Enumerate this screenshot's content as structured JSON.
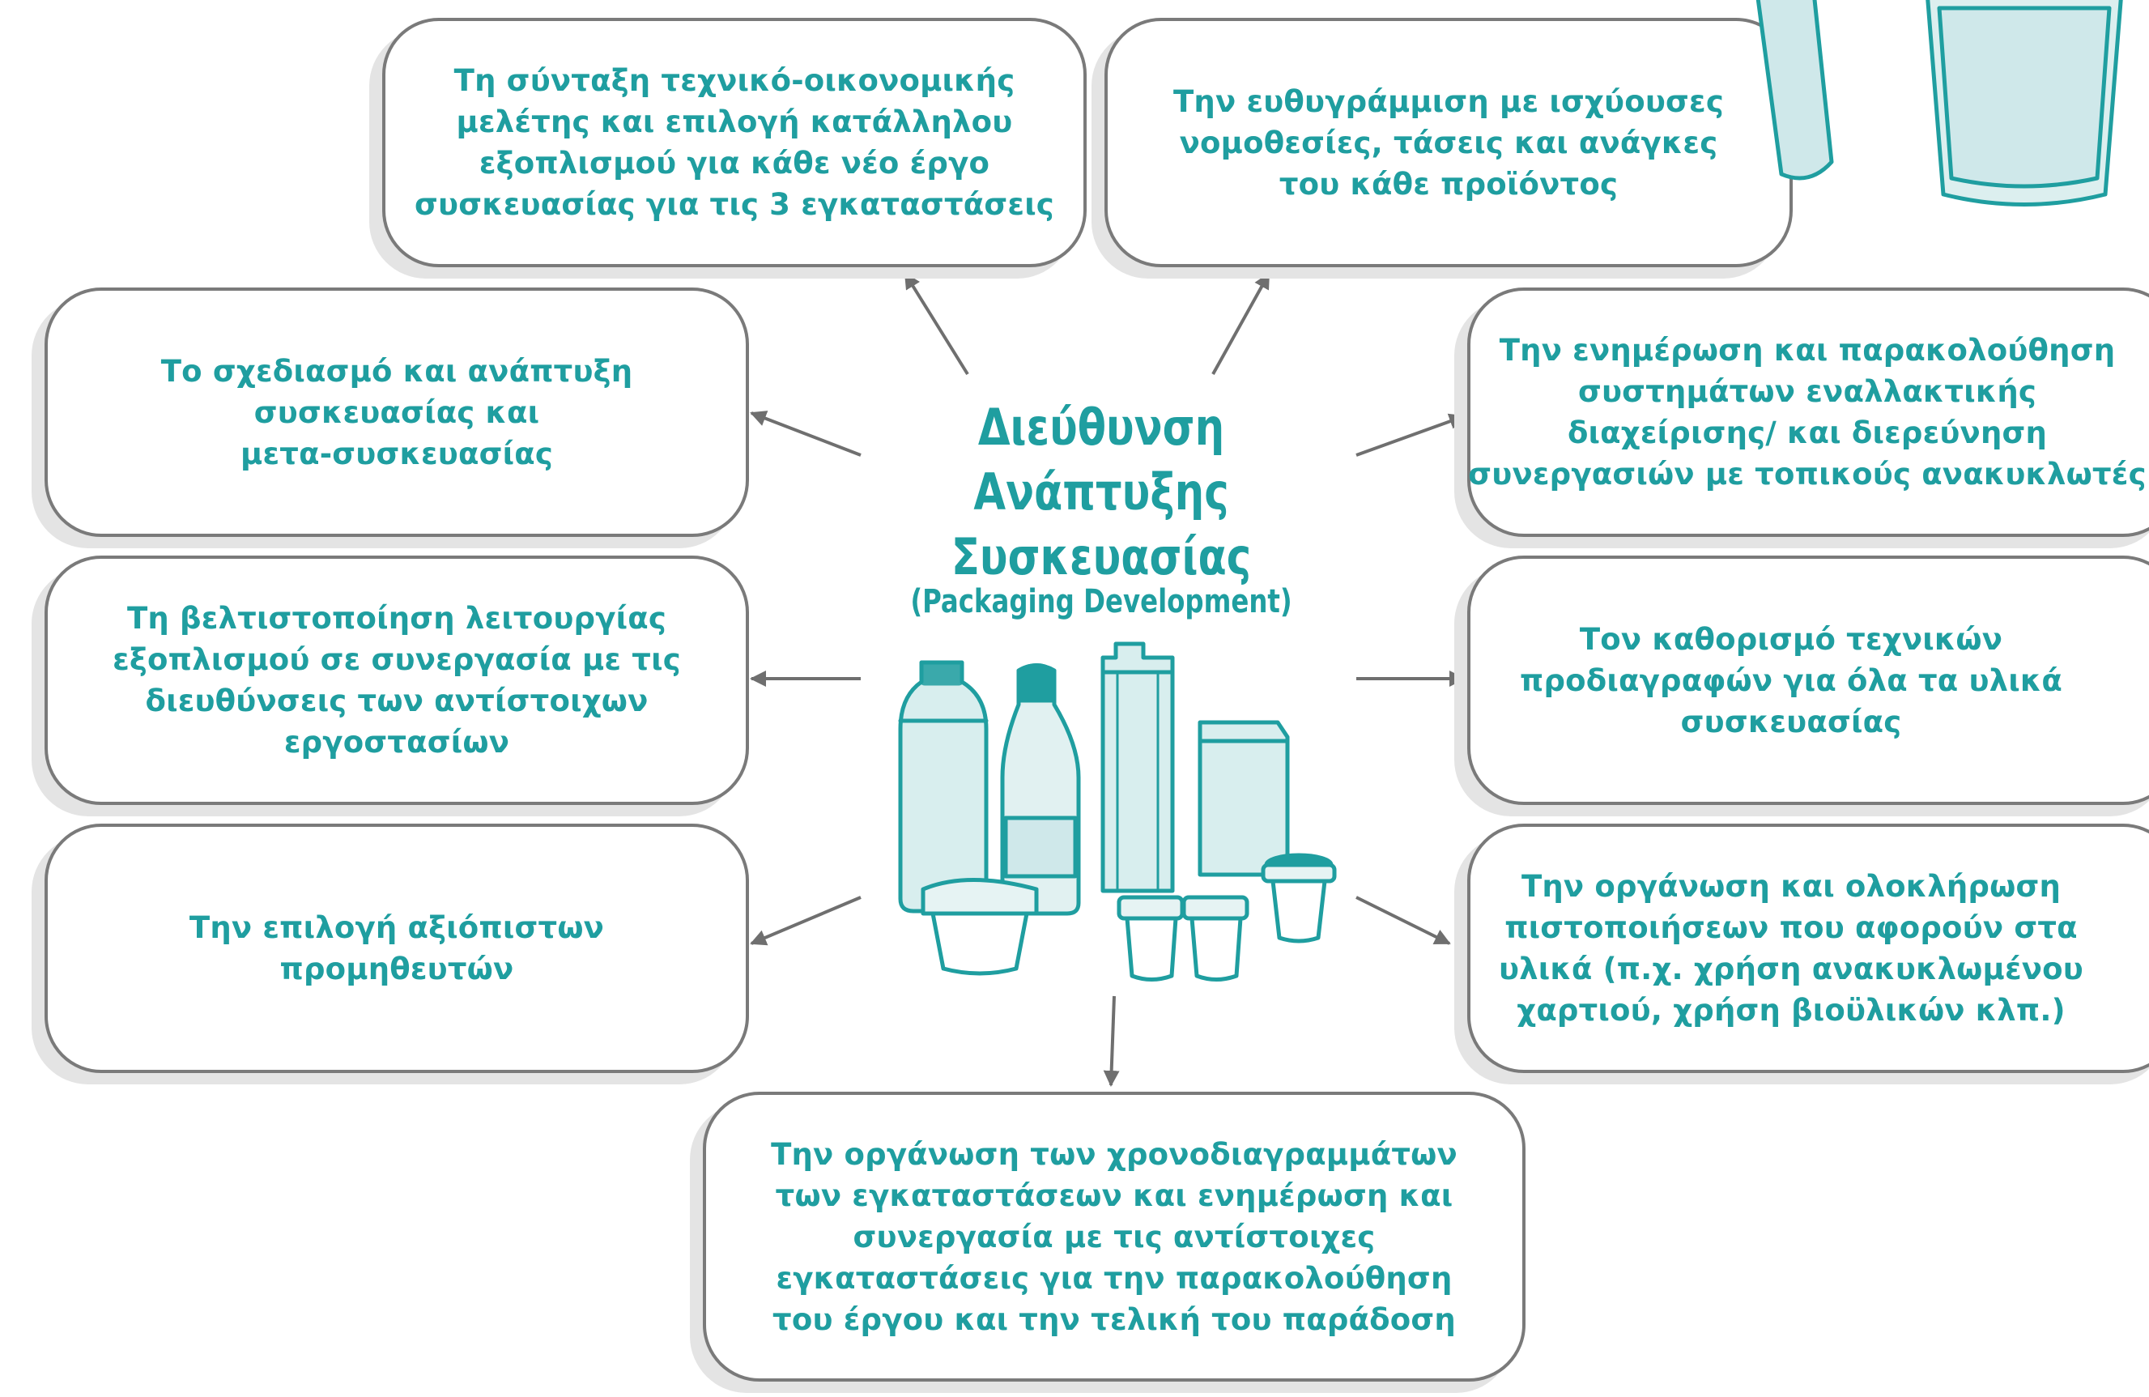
{
  "center": {
    "title": "Διεύθυνση\nΑνάπτυξης\nΣυσκευασίας",
    "subtitle": "(Packaging Development)"
  },
  "boxes": {
    "top_left": "Τη σύνταξη τεχνικό-οικονομικής\nμελέτης και επιλογή κατάλληλου\nεξοπλισμού για κάθε νέο έργο\nσυσκευασίας για τις 3 εγκαταστάσεις",
    "top_right": "Την ευθυγράμμιση με ισχύουσες\nνομοθεσίες, τάσεις και ανάγκες\nτου κάθε προϊόντος",
    "left_1": "Το σχεδιασμό και ανάπτυξη\nσυσκευασίας και\nμετα-συσκευασίας",
    "left_2": "Τη βελτιστοποίηση λειτουργίας\nεξοπλισμού σε συνεργασία με τις\nδιευθύνσεις των αντίστοιχων\nεργοστασίων",
    "left_3": "Την επιλογή αξιόπιστων\nπρομηθευτών",
    "right_1": "Την ενημέρωση και παρακολούθηση\nσυστημάτων εναλλακτικής\nδιαχείρισης/ και διερεύνηση\nσυνεργασιών με τοπικούς ανακυκλωτές",
    "right_2": "Τον καθορισμό τεχνικών\nπροδιαγραφών για όλα τα υλικά\nσυσκευασίας",
    "right_3": "Την οργάνωση και ολοκλήρωση\nπιστοποιήσεων που αφορούν στα\nυλικά (π.χ. χρήση ανακυκλωμένου\nχαρτιού, χρήση βιοϋλικών κλπ.)",
    "bottom": "Την οργάνωση των χρονοδιαγραμμάτων\nτων εγκαταστάσεων και ενημέρωση και\nσυνεργασία με τις αντίστοιχες\nεγκαταστάσεις για την παρακολούθηση\nτου έργου και την τελική του παράδοση"
  },
  "icons": [
    "packaging-illustration-icon",
    "glass-icon",
    "arrow-icon"
  ],
  "colors": {
    "accent": "#1f9ea0",
    "icon_fill": "#cfe8ea",
    "border": "#7a7a7a",
    "shadow": "#e4e4e4",
    "arrow": "#6f6f6f"
  }
}
